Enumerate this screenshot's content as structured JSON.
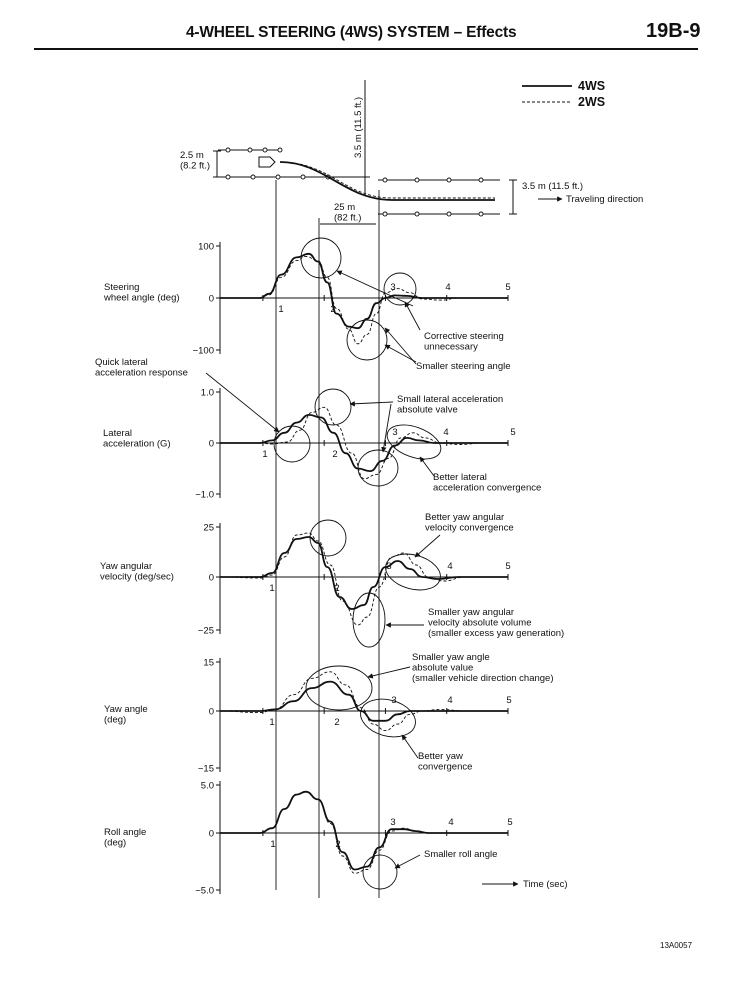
{
  "header": {
    "title": "4-WHEEL STEERING (4WS) SYSTEM – Effects",
    "page_number": "19B-9",
    "figure_code": "13A0057"
  },
  "legend": {
    "solid": "4WS",
    "dashed": "2WS"
  },
  "lane_diagram": {
    "lane_width": "2.5 m\n(8.2 ft.)",
    "lateral_shift_vertical": "3.5 m (11.5 ft.)",
    "lateral_shift": "3.5 m (11.5 ft.)",
    "distance": "25 m\n(82 ft.)",
    "direction": "Traveling direction"
  },
  "x_axis": {
    "label": "Time (sec)",
    "ticks": [
      "1",
      "2",
      "3",
      "4",
      "5"
    ]
  },
  "chart_data": [
    {
      "type": "line",
      "name": "steering",
      "ylabel": "Steering\nwheel angle (deg)",
      "y_ticks": [
        "100",
        "0",
        "−100"
      ],
      "ylim": [
        -100,
        100
      ],
      "xlim": [
        0.3,
        5.0
      ],
      "series": [
        {
          "name": "4WS",
          "x": [
            0.3,
            0.95,
            1.1,
            1.3,
            1.55,
            1.75,
            1.9,
            2.05,
            2.2,
            2.4,
            2.55,
            2.7,
            2.85,
            3.0,
            3.15,
            3.35,
            3.6,
            4.0,
            5.0
          ],
          "y": [
            0,
            0,
            8,
            45,
            78,
            85,
            70,
            30,
            -30,
            -55,
            -58,
            -40,
            -10,
            0,
            5,
            4,
            0,
            0,
            0
          ]
        },
        {
          "name": "2WS",
          "x": [
            0.3,
            0.95,
            1.1,
            1.3,
            1.55,
            1.7,
            1.9,
            2.05,
            2.2,
            2.4,
            2.55,
            2.7,
            2.85,
            3.0,
            3.2,
            3.4,
            3.6,
            3.9,
            4.2,
            4.6,
            5.0
          ],
          "y": [
            0,
            0,
            6,
            40,
            72,
            80,
            72,
            40,
            -20,
            -60,
            -88,
            -70,
            -30,
            10,
            18,
            10,
            -2,
            -4,
            0,
            0,
            0
          ]
        }
      ]
    },
    {
      "type": "line",
      "name": "lateral",
      "ylabel": "Lateral\nacceleration (G)",
      "y_ticks": [
        "1.0",
        "0",
        "−1.0"
      ],
      "ylim": [
        -1.0,
        1.0
      ],
      "xlim": [
        0.3,
        5.0
      ],
      "series": [
        {
          "name": "4WS",
          "x": [
            0.3,
            0.95,
            1.15,
            1.35,
            1.55,
            1.75,
            1.95,
            2.15,
            2.35,
            2.55,
            2.75,
            2.95,
            3.15,
            3.35,
            3.55,
            3.8,
            4.1,
            4.5,
            5.0
          ],
          "y": [
            0,
            0,
            0.05,
            0.2,
            0.4,
            0.55,
            0.5,
            0.2,
            -0.2,
            -0.5,
            -0.55,
            -0.35,
            -0.05,
            0.1,
            0.05,
            0,
            0,
            0,
            0
          ]
        },
        {
          "name": "2WS",
          "x": [
            0.3,
            0.95,
            1.15,
            1.4,
            1.6,
            1.8,
            2.0,
            2.2,
            2.45,
            2.65,
            2.85,
            3.05,
            3.25,
            3.45,
            3.65,
            3.9,
            4.2,
            4.6,
            5.0
          ],
          "y": [
            0,
            0,
            -0.02,
            0.02,
            0.25,
            0.6,
            0.7,
            0.35,
            -0.2,
            -0.7,
            -0.62,
            -0.3,
            0.1,
            0.2,
            0.1,
            0,
            -0.03,
            0,
            0
          ]
        }
      ]
    },
    {
      "type": "line",
      "name": "yaw_velocity",
      "ylabel": "Yaw angular\nvelocity (deg/sec)",
      "y_ticks": [
        "25",
        "0",
        "−25"
      ],
      "ylim": [
        -25,
        25
      ],
      "xlim": [
        0.3,
        5.0
      ],
      "series": [
        {
          "name": "4WS",
          "x": [
            0.3,
            0.95,
            1.15,
            1.35,
            1.55,
            1.75,
            1.9,
            2.05,
            2.25,
            2.45,
            2.65,
            2.8,
            3.0,
            3.2,
            3.4,
            3.6,
            3.85,
            4.2,
            5.0
          ],
          "y": [
            0,
            0,
            2,
            12,
            19,
            20,
            17,
            5,
            -10,
            -16,
            -14,
            -5,
            5,
            8,
            4,
            0,
            -1,
            0,
            0
          ]
        },
        {
          "name": "2WS",
          "x": [
            0.3,
            0.95,
            1.15,
            1.35,
            1.55,
            1.75,
            1.9,
            2.1,
            2.3,
            2.55,
            2.7,
            2.9,
            3.1,
            3.3,
            3.5,
            3.7,
            3.95,
            4.3,
            4.7,
            5.0
          ],
          "y": [
            0,
            -0.5,
            1,
            10,
            21,
            22,
            18,
            6,
            -12,
            -24,
            -20,
            -5,
            10,
            12,
            6,
            0,
            -2,
            0,
            0,
            0
          ]
        }
      ]
    },
    {
      "type": "line",
      "name": "yaw_angle",
      "ylabel": "Yaw angle\n(deg)",
      "y_ticks": [
        "15",
        "0",
        "−15"
      ],
      "ylim": [
        -15,
        15
      ],
      "xlim": [
        0.3,
        5.0
      ],
      "series": [
        {
          "name": "4WS",
          "x": [
            0.3,
            0.95,
            1.2,
            1.5,
            1.8,
            2.1,
            2.4,
            2.6,
            2.8,
            3.0,
            3.2,
            3.4,
            3.6,
            3.9,
            4.3,
            5.0
          ],
          "y": [
            0,
            0,
            0.5,
            3,
            7,
            9,
            5,
            0,
            -3,
            -3,
            -1,
            0,
            0,
            0,
            0,
            0
          ]
        },
        {
          "name": "2WS",
          "x": [
            0.3,
            0.95,
            1.2,
            1.5,
            1.8,
            2.1,
            2.35,
            2.6,
            2.8,
            3.0,
            3.2,
            3.4,
            3.6,
            3.9,
            4.3,
            5.0
          ],
          "y": [
            0,
            -0.5,
            0.5,
            5,
            10,
            12,
            8,
            1,
            -4,
            -6,
            -4,
            -1,
            0,
            0.5,
            0,
            0
          ]
        }
      ]
    },
    {
      "type": "line",
      "name": "roll",
      "ylabel": "Roll angle\n(deg)",
      "y_ticks": [
        "5.0",
        "0",
        "−5.0"
      ],
      "ylim": [
        -5.0,
        5.0
      ],
      "xlim": [
        0.3,
        5.0
      ],
      "series": [
        {
          "name": "4WS",
          "x": [
            0.3,
            0.95,
            1.15,
            1.35,
            1.55,
            1.7,
            1.9,
            2.1,
            2.3,
            2.5,
            2.7,
            2.9,
            3.1,
            3.3,
            3.5,
            3.7,
            3.9,
            4.2,
            5.0
          ],
          "y": [
            0,
            0,
            0.5,
            2.5,
            4.0,
            4.3,
            3.5,
            1.2,
            -2.0,
            -3.8,
            -3.5,
            -1.5,
            0.4,
            0.4,
            0.2,
            0,
            0,
            0,
            0
          ]
        },
        {
          "name": "2WS",
          "x": [
            0.3,
            0.95,
            1.15,
            1.35,
            1.55,
            1.7,
            1.9,
            2.1,
            2.3,
            2.5,
            2.7,
            2.9,
            3.1,
            3.3,
            3.5,
            3.7,
            3.9,
            4.2,
            5.0
          ],
          "y": [
            0,
            0,
            0.5,
            2.5,
            4.0,
            4.3,
            3.5,
            1.0,
            -2.4,
            -4.2,
            -3.8,
            -1.8,
            0.2,
            0.5,
            0.2,
            0,
            0,
            0,
            0
          ]
        }
      ]
    }
  ],
  "annotations": {
    "corrective": "Corrective steering\nunnecessary",
    "smaller_steering": "Smaller steering angle",
    "quick_response": "Quick lateral\nacceleration response",
    "small_lateral": "Small lateral acceleration\nabsolute valve",
    "better_lateral": "Better lateral\nacceleration convergence",
    "better_yaw_velocity": "Better yaw angular\nvelocity convergence",
    "smaller_yaw_velocity": "Smaller yaw angular\nvelocity absolute volume\n(smaller excess yaw generation)",
    "smaller_yaw_angle": "Smaller yaw angle\nabsolute value\n(smaller vehicle direction change)",
    "better_yaw": "Better yaw\nconvergence",
    "smaller_roll": "Smaller roll angle"
  }
}
